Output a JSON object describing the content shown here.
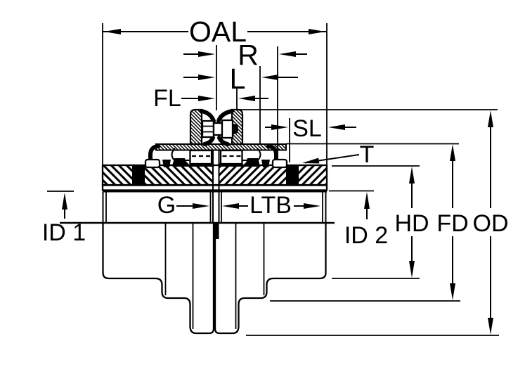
{
  "figure": {
    "kind": "engineering-dimension-diagram",
    "subject": "grid-coupling-cross-section",
    "background_color": "#ffffff",
    "line_color": "#000000"
  },
  "labels": {
    "oal": "OAL",
    "r": "R",
    "l": "L",
    "fl": "FL",
    "sl": "SL",
    "t": "T",
    "g": "G",
    "ltb": "LTB",
    "id1": "ID 1",
    "id2": "ID 2",
    "hd": "HD",
    "fd": "FD",
    "od": "OD"
  }
}
